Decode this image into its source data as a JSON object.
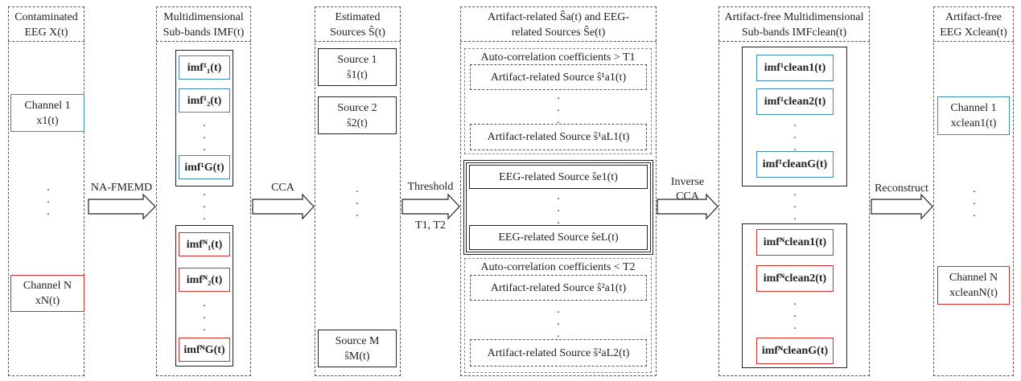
{
  "columns": {
    "c1": {
      "title_line1": "Contaminated",
      "title_line2": "EEG X(t)"
    },
    "c2": {
      "title_line1": "Multidimensional",
      "title_line2": "Sub-bands IMF(t)"
    },
    "c3": {
      "title_line1": "Estimated",
      "title_line2": "Sources Ŝ(t)"
    },
    "c4": {
      "title_line1": "Artifact-related Ŝa(t) and EEG-",
      "title_line2": "related Sources Ŝe(t)"
    },
    "c5": {
      "title_line1": "Artifact-free Multidimensional",
      "title_line2": "Sub-bands IMFclean(t)"
    },
    "c6": {
      "title_line1": "Artifact-free",
      "title_line2": "EEG Xclean(t)"
    }
  },
  "eeg_channels": [
    {
      "name": "Channel 1",
      "signal": "x1(t)",
      "color": "blue"
    },
    {
      "name": "Channel N",
      "signal": "xN(t)",
      "color": "red"
    }
  ],
  "imf_blue": [
    "imf¹₁(t)",
    "imf¹₂(t)",
    "imf¹G(t)"
  ],
  "imf_red": [
    "imfᴺ₁(t)",
    "imfᴺ₂(t)",
    "imfᴺG(t)"
  ],
  "sources": [
    {
      "name": "Source 1",
      "signal": "ŝ1(t)"
    },
    {
      "name": "Source 2",
      "signal": "ŝ2(t)"
    },
    {
      "name": "Source M",
      "signal": "ŝM(t)"
    }
  ],
  "artifact_top": {
    "header": "Auto-correlation coefficients > T1",
    "items": [
      "Artifact-related Source ŝ¹a1(t)",
      "Artifact-related Source ŝ¹aL1(t)"
    ]
  },
  "eeg_sources": [
    "EEG-related Source ŝe1(t)",
    "EEG-related Source ŝeL(t)"
  ],
  "artifact_bottom": {
    "header": "Auto-correlation coefficients < T2",
    "items": [
      "Artifact-related Source ŝ²a1(t)",
      "Artifact-related Source ŝ²aL2(t)"
    ]
  },
  "clean_blue": [
    "imf¹clean1(t)",
    "imf¹clean2(t)",
    "imf¹cleanG(t)"
  ],
  "clean_red": [
    "imfᴺclean1(t)",
    "imfᴺclean2(t)",
    "imfᴺcleanG(t)"
  ],
  "clean_channels": [
    {
      "name": "Channel 1",
      "signal": "xclean1(t)",
      "color": "blue"
    },
    {
      "name": "Channel N",
      "signal": "xcleanN(t)",
      "color": "red"
    }
  ],
  "steps": {
    "s1": "NA-FMEMD",
    "s2": "CCA",
    "s3_line1": "Threshold",
    "s3_line2": "T1, T2",
    "s4_line1": "Inverse",
    "s4_line2": "CCA",
    "s5": "Reconstruct"
  },
  "colors": {
    "blue": "#3d8bb5",
    "red": "#d42b2b",
    "line": "#222222"
  }
}
